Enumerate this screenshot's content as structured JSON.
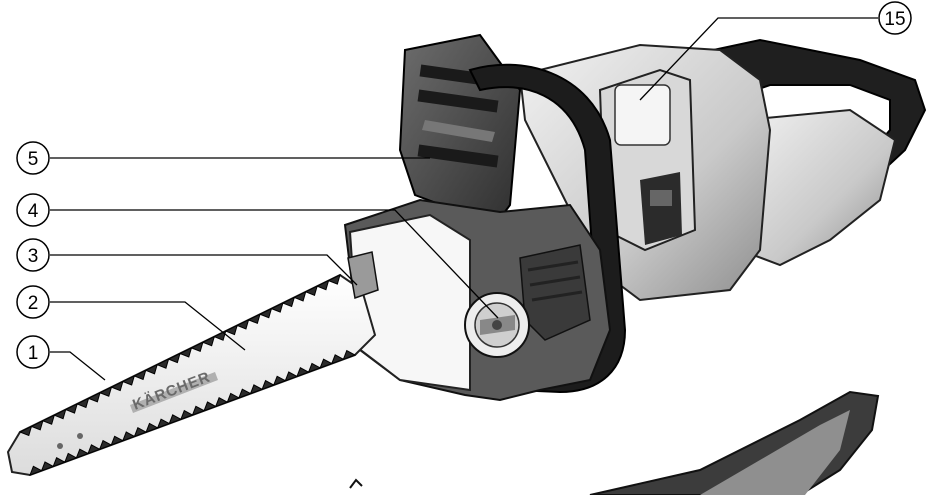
{
  "figure": {
    "brand_label": "KÄRCHER",
    "callouts": [
      {
        "id": "1",
        "label": "1"
      },
      {
        "id": "2",
        "label": "2"
      },
      {
        "id": "3",
        "label": "3"
      },
      {
        "id": "4",
        "label": "4"
      },
      {
        "id": "5",
        "label": "5"
      },
      {
        "id": "15",
        "label": "15"
      }
    ]
  }
}
